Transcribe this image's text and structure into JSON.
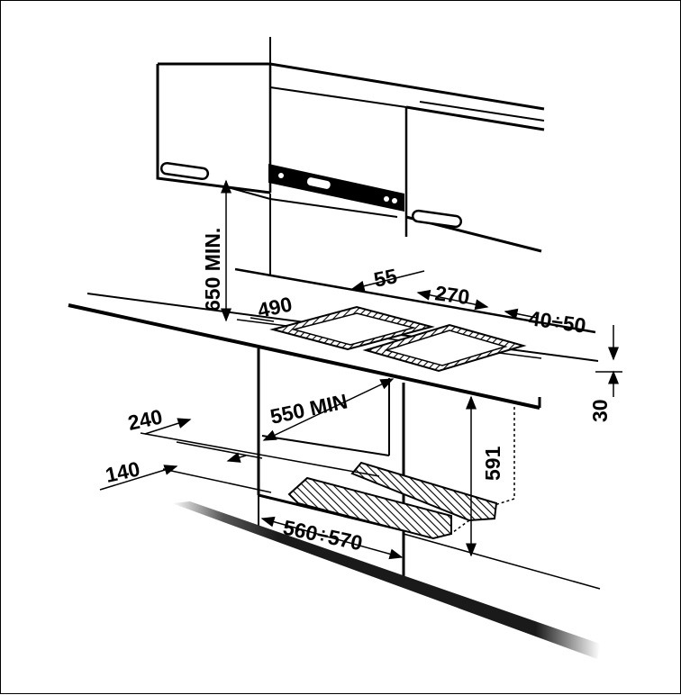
{
  "dimensions": {
    "height_above_hob": "650 MIN.",
    "hob_depth": "490",
    "front_margin": "55",
    "cutout_width_top": "270",
    "rear_margin": "40÷50",
    "worktop_thickness": "30",
    "cabinet_depth": "550 MIN",
    "oven_opening_height": "591",
    "opening_width": "560÷570",
    "rear_gap": "240",
    "rear_vent": "140"
  }
}
